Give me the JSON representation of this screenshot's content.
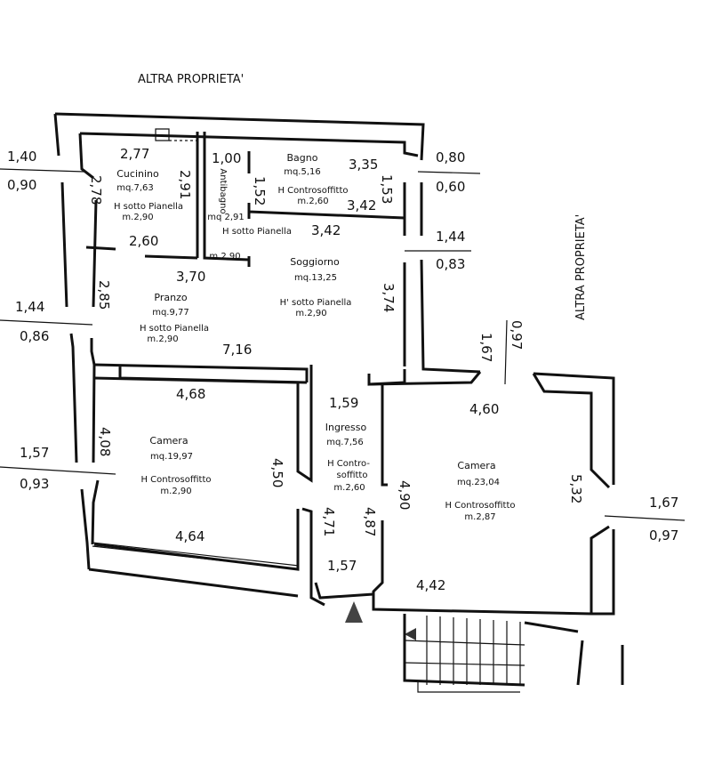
{
  "labels": {
    "top_neighbor": "ALTRA PROPRIETA'",
    "right_neighbor": "ALTRA PROPRIETA'"
  },
  "rooms": [
    {
      "name": "Cucinino",
      "area": "mq.7,63",
      "height_label": "H sotto Pianella",
      "height": "m.2,90"
    },
    {
      "name": "Antibagno",
      "area": "mq 2,91",
      "height_label": "H sotto Pianella",
      "height": "m.2,90"
    },
    {
      "name": "Bagno",
      "area": "mq.5,16",
      "height_label": "H Controsoffitto",
      "height": "m.2,60"
    },
    {
      "name": "Soggiorno",
      "area": "mq.13,25",
      "height_label": "H' sotto Pianella",
      "height": "m.2,90"
    },
    {
      "name": "Pranzo",
      "area": "mq.9,77",
      "height_label": "H sotto Pianella",
      "height": "m.2,90"
    },
    {
      "name": "Camera",
      "area": "mq.19,97",
      "height_label": "H Controsoffitto",
      "height": "m.2,90"
    },
    {
      "name": "Ingresso",
      "area": "mq.7,56",
      "height_label": "H Contro-",
      "height_label_2": "soffitto",
      "height": "m.2,60"
    },
    {
      "name": "Camera",
      "area": "mq.23,04",
      "height_label": "H Controsoffitto",
      "height": "m.2,87"
    }
  ],
  "dimensions": {
    "cucinino_w": "2,77",
    "cucinino_h": "2,78",
    "cucinino_r": "2,91",
    "cucinino_b": "2,60",
    "anti_w": "1,00",
    "bagno_l": "1,52",
    "bagno_top": "3,35",
    "bagno_r": "1,53",
    "bagno_b": "3,42",
    "sogg_top": "3,42",
    "sogg_r": "3,74",
    "pranzo_top": "3,70",
    "pranzo_l": "2,85",
    "pranzo_b": "7,16",
    "cam1_top": "4,68",
    "cam1_l": "4,08",
    "cam1_r": "4,50",
    "cam1_b": "4,64",
    "ingr_top": "1,59",
    "ingr_l": "4,71",
    "ingr_r": "4,87",
    "ingr_b": "1,57",
    "cam2_top": "4,60",
    "cam2_l": "4,90",
    "cam2_r": "5,32",
    "cam2_b": "4,42",
    "win_l1_a": "1,40",
    "win_l1_b": "0,90",
    "win_l2_a": "1,44",
    "win_l2_b": "0,86",
    "win_l3_a": "1,57",
    "win_l3_b": "0,93",
    "win_r1_a": "0,80",
    "win_r1_b": "0,60",
    "win_r2_a": "1,44",
    "win_r2_b": "0,83",
    "win_r3_a": "1,67",
    "win_r3_b": "0,97",
    "win_t_a": "1,67",
    "win_t_b": "0,97"
  }
}
